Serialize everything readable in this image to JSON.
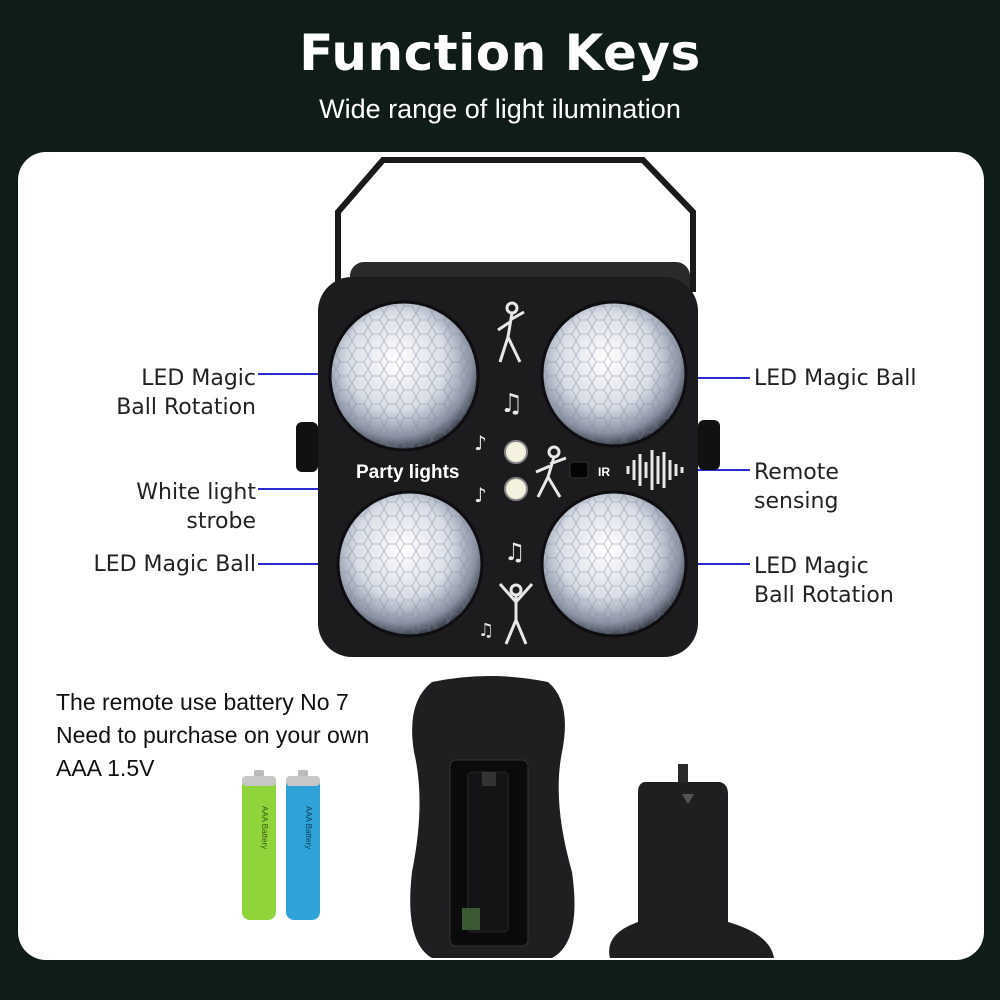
{
  "header": {
    "title": "Function Keys",
    "subtitle": "Wide range of light ilumination"
  },
  "callouts": {
    "led_rotation_left_1": "LED Magic",
    "led_rotation_left_2": "Ball Rotation",
    "led_ball_right": "LED Magic Ball",
    "white_strobe_1": "White light",
    "white_strobe_2": "strobe",
    "remote_sensing_1": "Remote",
    "remote_sensing_2": "sensing",
    "led_ball_left": "LED Magic Ball",
    "led_rotation_right_1": "LED Magic",
    "led_rotation_right_2": "Ball Rotation"
  },
  "device": {
    "label": "Party lights",
    "ir_label": "IR"
  },
  "battery_note": {
    "line1": "The remote use battery No 7",
    "line2": "Need to purchase on your own",
    "line3": "AAA 1.5V"
  },
  "batteries": {
    "label": "AAA Battery"
  },
  "colors": {
    "background": "#0f1c17",
    "callout_line": "#2a2ad0",
    "battery_green": "#8ed43a",
    "battery_blue": "#2fa3d8",
    "device_body": "#1c1c1e"
  }
}
